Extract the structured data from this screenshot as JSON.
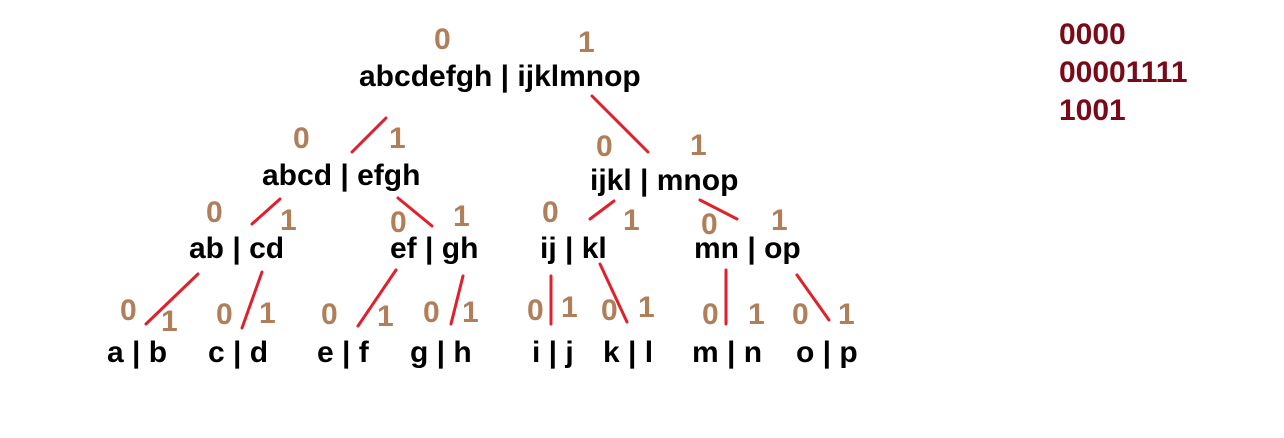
{
  "colors": {
    "edge": "#e0202a",
    "bit": "#b07f5a",
    "code": "#7a0a1a",
    "text": "#000000"
  },
  "tree": {
    "root": "abcdefgh | ijklmnop",
    "level1": [
      "abcd | efgh",
      "ijkl | mnop"
    ],
    "level2": [
      "ab | cd",
      "ef | gh",
      "ij | kl",
      "mn | op"
    ],
    "leaves": [
      "a | b",
      "c | d",
      "e | f",
      "g | h",
      "i | j",
      "k | l",
      "m | n",
      "o | p"
    ]
  },
  "bits": {
    "zero": "0",
    "one": "1"
  },
  "codes": [
    "0000",
    "00001111",
    "1001"
  ]
}
